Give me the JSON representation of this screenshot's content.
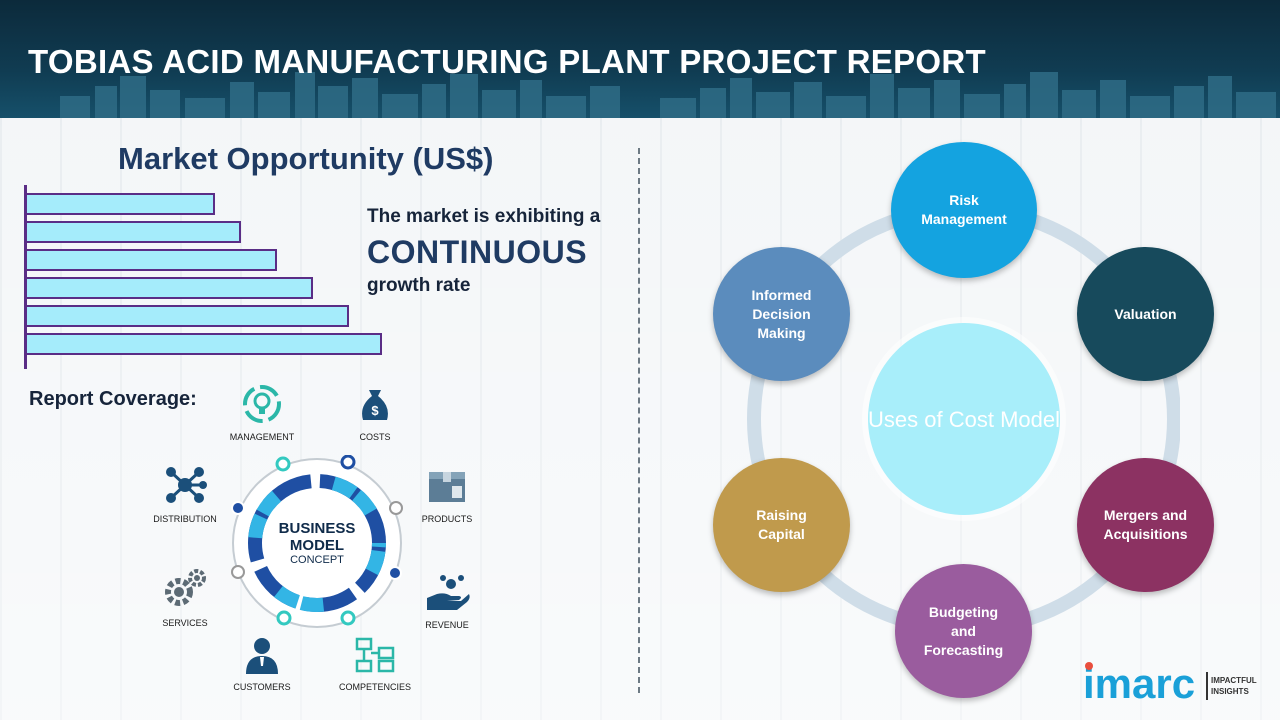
{
  "header": {
    "title": "TOBIAS ACID MANUFACTURING PLANT PROJECT REPORT"
  },
  "market": {
    "title": "Market Opportunity (US$)",
    "line1": "The market is exhibiting a",
    "line2": "CONTINUOUS",
    "line3": "growth rate",
    "bar_levels": [
      0.52,
      0.59,
      0.69,
      0.79,
      0.89,
      0.98
    ]
  },
  "coverage": {
    "title": "Report Coverage:",
    "items": {
      "management": "MANAGEMENT",
      "costs": "COSTS",
      "distribution": "DISTRIBUTION",
      "products": "PRODUCTS",
      "services": "SERVICES",
      "revenue": "REVENUE",
      "customers": "CUSTOMERS",
      "competencies": "COMPETENCIES"
    },
    "business_model": {
      "line1": "BUSINESS",
      "line2": "MODEL",
      "line3": "CONCEPT"
    }
  },
  "uses": {
    "center_line1": "Uses of",
    "center_line2": "Cost Model",
    "risk": [
      "Risk",
      "Management"
    ],
    "valuation": [
      "Valuation"
    ],
    "mergers": [
      "Mergers and",
      "Acquisitions"
    ],
    "budgeting": [
      "Budgeting",
      "and",
      "Forecasting"
    ],
    "raising": [
      "Raising",
      "Capital"
    ],
    "informed": [
      "Informed",
      "Decision",
      "Making"
    ],
    "colors": {
      "risk": "#14a3e0",
      "valuation": "#174a5c",
      "mergers": "#8c3262",
      "budgeting": "#9a5c9e",
      "raising": "#c09a4c",
      "informed": "#5b8cbd",
      "center": "#a8eefa"
    }
  },
  "logo": {
    "brand": "imarc",
    "tagline1": "IMPACTFUL",
    "tagline2": "INSIGHTS"
  }
}
